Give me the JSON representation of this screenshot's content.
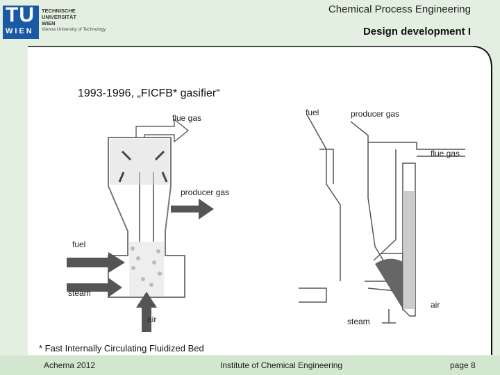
{
  "logo": {
    "tu": "TU",
    "wien": "WIEN",
    "line1": "TECHNISCHE",
    "line2": "UNIVERSITÄT",
    "line3": "WIEN",
    "line4": "Vienna University of Technology"
  },
  "header": {
    "title": "Chemical Process Engineering",
    "subtitle": "Design development I"
  },
  "slide": {
    "title": "1993-1996, „FICFB* gasifier“",
    "footnote": "* Fast Internally Circulating Fluidized Bed"
  },
  "left_diagram": {
    "flue_gas": "flue gas",
    "producer_gas": "producer gas",
    "fuel": "fuel",
    "steam": "steam",
    "air": "air"
  },
  "right_diagram": {
    "fuel": "fuel",
    "producer_gas": "producer gas",
    "flue_gas": "flue gas",
    "air": "air",
    "steam": "steam"
  },
  "footer": {
    "left": "Achema 2012",
    "center": "Institute of Chemical Engineering",
    "right": "page 8"
  },
  "colors": {
    "background": "#e3f0e1",
    "content": "#ffffff",
    "logo_blue": "#1a5aa5"
  }
}
